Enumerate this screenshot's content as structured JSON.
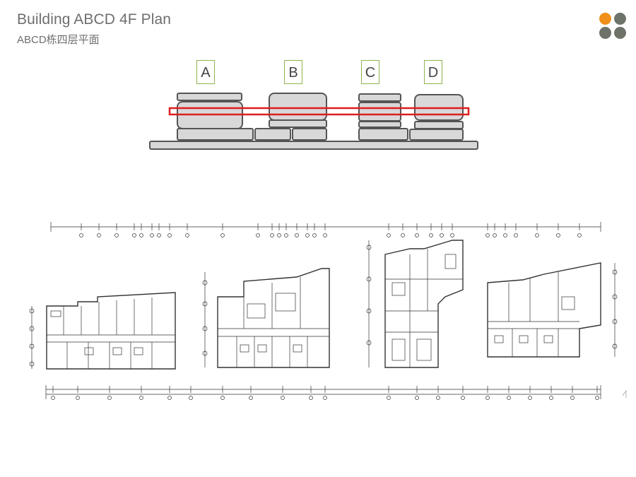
{
  "header": {
    "title": "Building ABCD 4F Plan",
    "subtitle": "ABCD栋四层平面"
  },
  "logo": {
    "colors": [
      "#f0901a",
      "#6d7368",
      "#6d7368",
      "#6d7368"
    ]
  },
  "key_plan": {
    "building_labels": [
      "A",
      "B",
      "C",
      "D"
    ],
    "accent_color": "#8fb34a",
    "highlight_color": "#dd1f1f"
  },
  "floor_plans": {
    "line_color": "#333333"
  }
}
